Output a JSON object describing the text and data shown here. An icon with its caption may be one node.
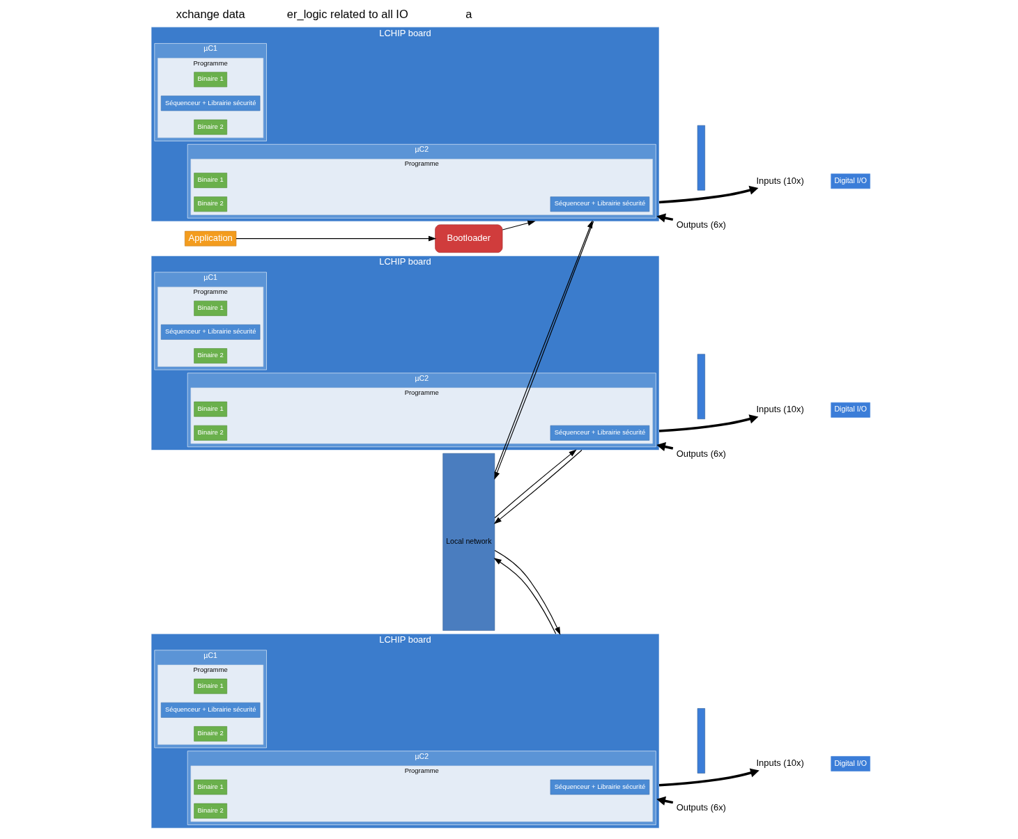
{
  "diagram": {
    "nodes": [
      {
        "text": [
          "Application"
        ]
      },
      {
        "text": [
          "Bootloader"
        ]
      },
      {
        "text": [
          "Local network"
        ]
      },
      {
        "text": [
          "LCHIP board"
        ]
      },
      {
        "text": [
          "µC1"
        ],
        "in": 3
      },
      {
        "text": [
          "Programme"
        ],
        "in": 4
      },
      {
        "text": [
          "Binaire 1"
        ],
        "in": 5
      },
      {
        "text": [
          "Séquenceur + Librairie sécurité"
        ],
        "in": 5
      },
      {
        "text": [
          "Binaire 2"
        ],
        "in": 5
      },
      {
        "text": [
          "µC2"
        ],
        "in": 3
      },
      {
        "text": [
          "Programme"
        ],
        "in": 9
      },
      {
        "text": [
          "Binaire 1"
        ],
        "in": 10
      },
      {
        "text": [
          "Séquenceur + Librairie sécurité"
        ],
        "in": 10
      },
      {
        "text": [
          "Binaire 2"
        ],
        "in": 10
      },
      {
        "text": [],
        "shape": "bar"
      },
      {
        "text": [
          "Inputs (10x)"
        ]
      },
      {
        "text": [
          "Outputs (6x)"
        ]
      },
      {
        "text": [
          "Digital I/O"
        ]
      },
      {
        "text": [
          "LCHIP board"
        ]
      },
      {
        "text": [
          "µC1"
        ],
        "in": 18
      },
      {
        "text": [
          "Programme"
        ],
        "in": 19
      },
      {
        "text": [
          "Binaire 1"
        ],
        "in": 20
      },
      {
        "text": [
          "Séquenceur + Librairie sécurité"
        ],
        "in": 20
      },
      {
        "text": [
          "Binaire 2"
        ],
        "in": 20
      },
      {
        "text": [
          "µC2"
        ],
        "in": 18
      },
      {
        "text": [
          "Programme"
        ],
        "in": 24
      },
      {
        "text": [
          "Binaire 1"
        ],
        "in": 25
      },
      {
        "text": [
          "Séquenceur + Librairie sécurité"
        ],
        "in": 25
      },
      {
        "text": [
          "Binaire 2"
        ],
        "in": 25
      },
      {
        "text": [],
        "shape": "bar"
      },
      {
        "text": [
          "Inputs (10x)"
        ]
      },
      {
        "text": [
          "Outputs (6x)"
        ]
      },
      {
        "text": [
          "Digital I/O"
        ]
      },
      {
        "text": [
          "LCHIP board"
        ]
      },
      {
        "text": [
          "µC1"
        ],
        "in": 33
      },
      {
        "text": [
          "Programme"
        ],
        "in": 34
      },
      {
        "text": [
          "Binaire 1"
        ],
        "in": 35
      },
      {
        "text": [
          "Séquenceur + Librairie sécurité"
        ],
        "in": 35
      },
      {
        "text": [
          "Binaire 2"
        ],
        "in": 35
      },
      {
        "text": [
          "µC2"
        ],
        "in": 33
      },
      {
        "text": [
          "Programme"
        ],
        "in": 39
      },
      {
        "text": [
          "Binaire 1"
        ],
        "in": 40
      },
      {
        "text": [
          "Séquenceur + Librairie sécurité"
        ],
        "in": 40
      },
      {
        "text": [
          "Binaire 2"
        ],
        "in": 40
      },
      {
        "text": [],
        "shape": "bar"
      },
      {
        "text": [
          "Inputs (10x)"
        ]
      },
      {
        "text": [
          "Outputs (6x)"
        ]
      },
      {
        "text": [
          "Digital I/O"
        ]
      }
    ],
    "edges": [
      {
        "from": 0,
        "to": 1,
        "arrow": "to"
      },
      {
        "from": 1,
        "to": 3,
        "arrow": "to"
      },
      {
        "from": 3,
        "to": 2,
        "arrow": "to"
      },
      {
        "from": 2,
        "to": 3,
        "arrow": "to"
      },
      {
        "from": 3,
        "to": 15,
        "arrow": "to",
        "style": "thick"
      },
      {
        "from": 16,
        "to": 3,
        "arrow": "to",
        "style": "thick"
      },
      {
        "from": 18,
        "to": 2,
        "arrow": "to"
      },
      {
        "from": 2,
        "to": 18,
        "arrow": "to"
      },
      {
        "from": 18,
        "to": 30,
        "arrow": "to",
        "style": "thick"
      },
      {
        "from": 31,
        "to": 18,
        "arrow": "to",
        "style": "thick"
      },
      {
        "from": 33,
        "to": 2,
        "arrow": "to"
      },
      {
        "from": 2,
        "to": 33,
        "arrow": "to"
      },
      {
        "from": 33,
        "to": 45,
        "arrow": "to",
        "style": "thick"
      },
      {
        "from": 46,
        "to": 33,
        "arrow": "to",
        "style": "thick"
      }
    ],
    "labels": [
      "xchange data",
      "er_logic related to all IO",
      "a"
    ]
  }
}
